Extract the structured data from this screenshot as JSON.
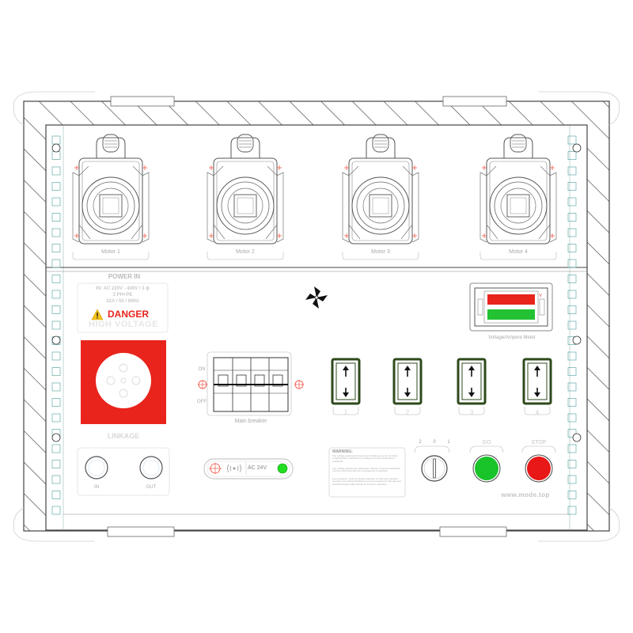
{
  "motors": [
    {
      "label": "Motor 1"
    },
    {
      "label": "Motor 2"
    },
    {
      "label": "Motor 3"
    },
    {
      "label": "Motor 4"
    }
  ],
  "power_in": {
    "title": "POWER IN",
    "spec_line1": "IN: AC 220V - 400V / 3 ɸ",
    "spec_line2": "3 PH+PE",
    "spec_line3": "32A / 50 / 60Hz"
  },
  "danger": {
    "label": "DANGER",
    "sublabel": "HIGH VOLTAGE",
    "color": "#e8241c"
  },
  "breaker": {
    "label": "Main breaker",
    "on_label": "ON",
    "off_label": "OFF"
  },
  "switches": [
    {
      "number": "1"
    },
    {
      "number": "2"
    },
    {
      "number": "3"
    },
    {
      "number": "4"
    }
  ],
  "meter": {
    "label": "Voltage/Ampere Meter",
    "unit": "V",
    "top_bar_color": "#e8241c",
    "bottom_bar_color": "#22c233"
  },
  "linkage": {
    "title": "LINKAGE",
    "in_label": "IN",
    "out_label": "OUT"
  },
  "indicator": {
    "label": "AC 24V",
    "lamp_color": "#22dd22"
  },
  "warning": {
    "title": "WARNING:",
    "para1": "The voltage parameters have been fixedly set per the contract. Unauthorized modification of voltage and wire parameters is prohibited.",
    "para2": "Any voltage adjustment, parameter change or wiring modification must be confirmed with the manufacturer in advance.",
    "para3": "Line operation, short-circuiting protection circuits and overload operation are strictly forbidden to prevent equipment damage and electrical shock faults caused by incorrect operation."
  },
  "selector": {
    "pos_left": "2",
    "pos_mid": "0",
    "pos_right": "1"
  },
  "go_button": {
    "label": "GO",
    "color": "#18c42a"
  },
  "stop_button": {
    "label": "STOP",
    "color": "#e81818"
  },
  "website": "www.mode.top",
  "logo_icon": "pinwheel-logo-icon",
  "colors": {
    "switch_frame": "#2e4a1c",
    "line": "#4a4a4a",
    "light_line": "#c8c8c8"
  }
}
